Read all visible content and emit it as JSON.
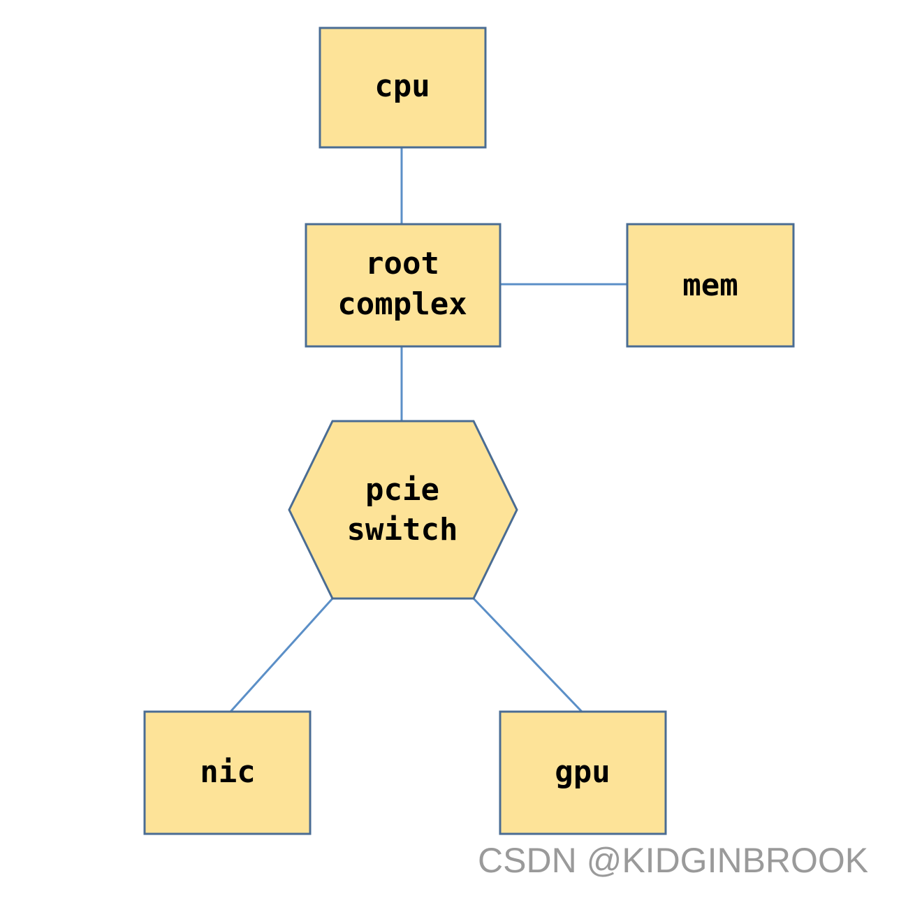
{
  "diagram": {
    "nodes": {
      "cpu": {
        "lines": [
          "cpu"
        ],
        "shape": "rectangle"
      },
      "root_complex": {
        "lines": [
          "root",
          "complex"
        ],
        "shape": "rectangle"
      },
      "mem": {
        "lines": [
          "mem"
        ],
        "shape": "rectangle"
      },
      "pcie_switch": {
        "lines": [
          "pcie",
          "switch"
        ],
        "shape": "hexagon"
      },
      "nic": {
        "lines": [
          "nic"
        ],
        "shape": "rectangle"
      },
      "gpu": {
        "lines": [
          "gpu"
        ],
        "shape": "rectangle"
      }
    },
    "edges": [
      {
        "from": "cpu",
        "to": "root_complex"
      },
      {
        "from": "root_complex",
        "to": "mem"
      },
      {
        "from": "root_complex",
        "to": "pcie_switch"
      },
      {
        "from": "pcie_switch",
        "to": "nic"
      },
      {
        "from": "pcie_switch",
        "to": "gpu"
      }
    ],
    "colors": {
      "node_fill": "#fde398",
      "node_stroke": "#4a6c93",
      "edge": "#5b8fc7",
      "watermark": "#9a9a9a"
    }
  },
  "watermark": {
    "text": "CSDN @KIDGINBROOK"
  }
}
